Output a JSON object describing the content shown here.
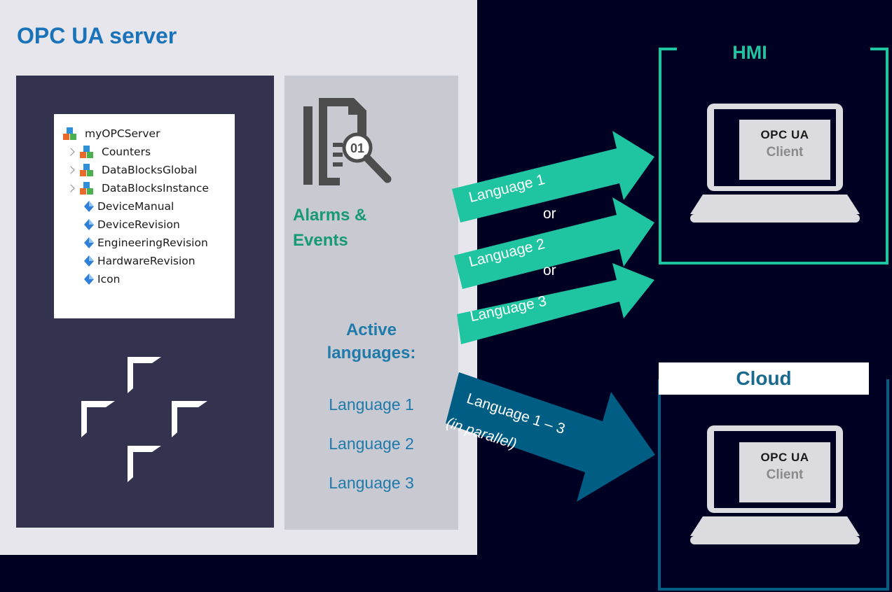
{
  "server": {
    "title": "OPC UA server",
    "tree": [
      {
        "label": "myOPCServer",
        "icon": "cubes-icon"
      },
      {
        "label": "Counters",
        "icon": "cubes-icon",
        "expandable": true
      },
      {
        "label": "DataBlocksGlobal",
        "icon": "cubes-icon",
        "expandable": true
      },
      {
        "label": "DataBlocksInstance",
        "icon": "cubes-icon",
        "expandable": true
      },
      {
        "label": "DeviceManual",
        "icon": "diamond-icon"
      },
      {
        "label": "DeviceRevision",
        "icon": "diamond-icon"
      },
      {
        "label": "EngineeringRevision",
        "icon": "diamond-icon"
      },
      {
        "label": "HardwareRevision",
        "icon": "diamond-icon"
      },
      {
        "label": "Icon",
        "icon": "diamond-icon"
      }
    ],
    "alarm_icon_number": "01",
    "alarms_line1": "Alarms &",
    "alarms_line2": "Events",
    "active_line1": "Active",
    "active_line2": "languages:",
    "languages": [
      "Language 1",
      "Language 2",
      "Language 3"
    ]
  },
  "arrows": {
    "hmi_labels": [
      "Language 1",
      "Language 2",
      "Language 3"
    ],
    "or_label": "or",
    "cloud_line1": "Language 1 – 3",
    "cloud_line2": "(in parallel)"
  },
  "hmi": {
    "title": "HMI",
    "client_logo": "OPC UA",
    "client_label": "Client"
  },
  "cloud": {
    "title": "Cloud",
    "client_logo": "OPC UA",
    "client_label": "Client"
  },
  "colors": {
    "background": "#000022",
    "teal": "#1fc4a0",
    "cloud_blue": "#005e85",
    "title_blue": "#1a73b8",
    "alarm_green": "#159a75"
  }
}
